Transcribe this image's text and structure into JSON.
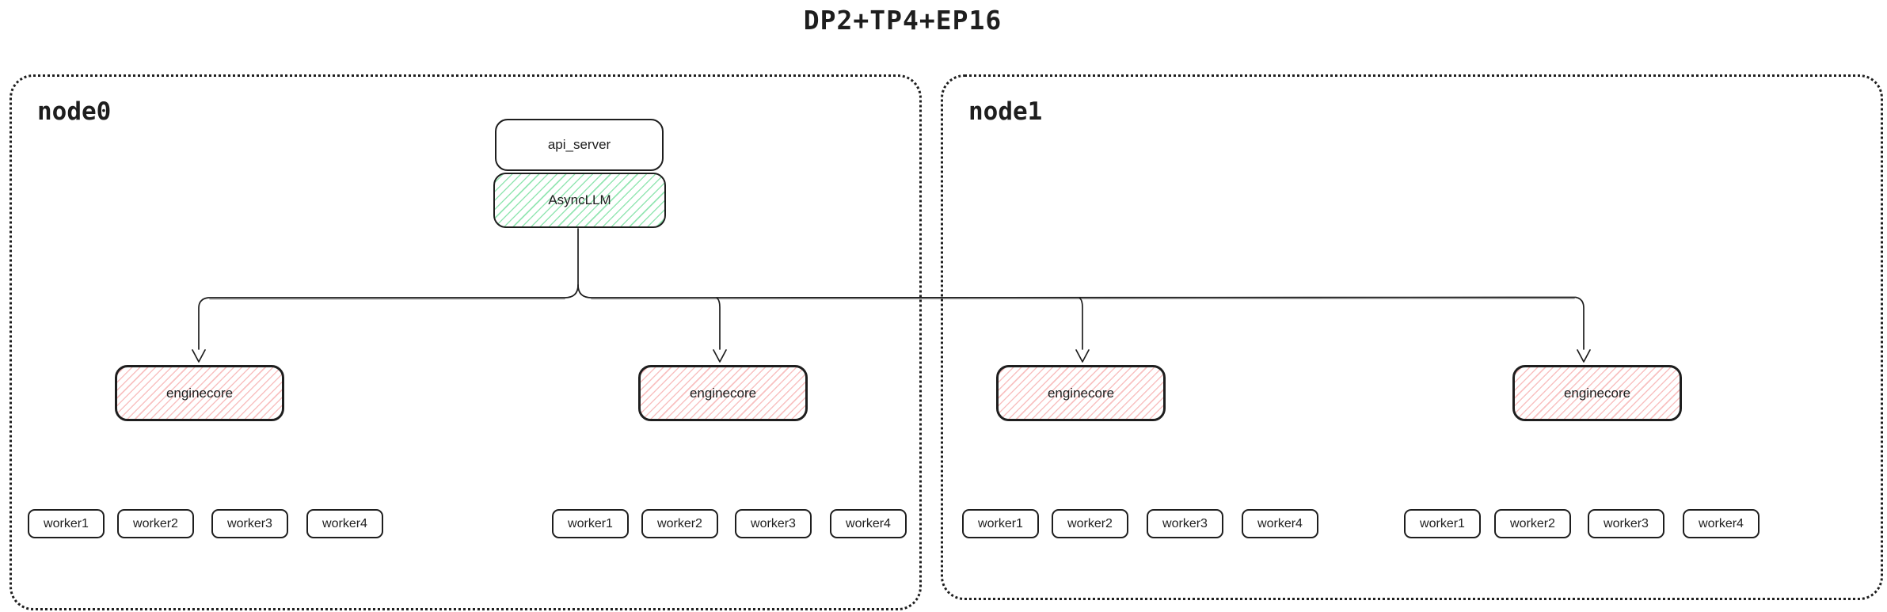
{
  "title": "DP2+TP4+EP16",
  "colors": {
    "stroke": "#1e1e1e",
    "green_hatch": "#82e2a6",
    "red_hatch": "#f8baba",
    "background": "#ffffff"
  },
  "api_server_label": "api_server",
  "asyncllm_label": "AsyncLLM",
  "nodes": [
    {
      "label": "node0",
      "enginecores": [
        {
          "label": "enginecore",
          "workers": [
            "worker1",
            "worker2",
            "worker3",
            "worker4"
          ]
        },
        {
          "label": "enginecore",
          "workers": [
            "worker1",
            "worker2",
            "worker3",
            "worker4"
          ]
        }
      ]
    },
    {
      "label": "node1",
      "enginecores": [
        {
          "label": "enginecore",
          "workers": [
            "worker1",
            "worker2",
            "worker3",
            "worker4"
          ]
        },
        {
          "label": "enginecore",
          "workers": [
            "worker1",
            "worker2",
            "worker3",
            "worker4"
          ]
        }
      ]
    }
  ]
}
